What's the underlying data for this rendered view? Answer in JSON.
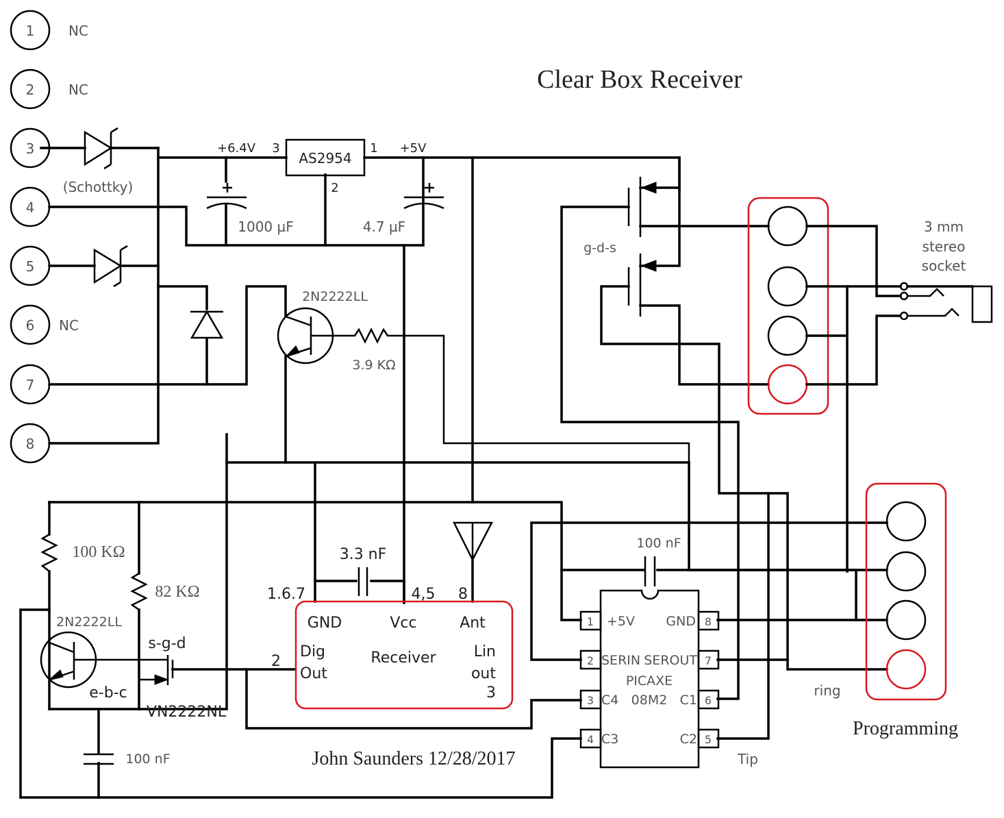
{
  "title": "Clear Box Receiver",
  "author_line": "John Saunders 12/28/2017",
  "connector_pins": [
    {
      "num": "1",
      "label": "NC"
    },
    {
      "num": "2",
      "label": "NC"
    },
    {
      "num": "3",
      "label": ""
    },
    {
      "num": "4",
      "label": ""
    },
    {
      "num": "5",
      "label": ""
    },
    {
      "num": "6",
      "label": "NC"
    },
    {
      "num": "7",
      "label": ""
    },
    {
      "num": "8",
      "label": ""
    }
  ],
  "schottky_label": "(Schottky)",
  "regulator": {
    "name": "AS2954",
    "pin_in": "3",
    "pin_out": "1",
    "pin_gnd": "2",
    "vin_label": "+6.4V",
    "vout_label": "+5V"
  },
  "cap_in": "1000 µF",
  "cap_out": "4.7 µF",
  "q_top": {
    "part": "2N2222LL"
  },
  "r_base": "3.9 KΩ",
  "mosfet_pair_label": "g-d-s",
  "jack": {
    "label_lines": [
      "3 mm",
      "stereo",
      "socket"
    ]
  },
  "bottom_left": {
    "r1": "100 KΩ",
    "r2": "82 KΩ",
    "q_part": "2N2222LL",
    "q_pins": "e-b-c",
    "fet_pins": "s-g-d",
    "fet_part": "VN2222NL",
    "cap": "100 nF"
  },
  "receiver": {
    "name": "Receiver",
    "gnd": "GND",
    "vcc": "Vcc",
    "ant": "Ant",
    "dig_out_1": "Dig",
    "dig_out_2": "Out",
    "lin_out_1": "Lin",
    "lin_out_2": "out",
    "pin_gnd": "1.6.7",
    "pin_vcc": "4,5",
    "pin_ant": "8",
    "pin_dig": "2",
    "pin_lin": "3",
    "decoupling_cap": "3.3 nF"
  },
  "picaxe": {
    "name": "PICAXE",
    "model": "08M2",
    "decoupling_cap": "100 nF",
    "left_pins": [
      {
        "num": "1",
        "label": "+5V"
      },
      {
        "num": "2",
        "label": "SERIN"
      },
      {
        "num": "3",
        "label": "C4"
      },
      {
        "num": "4",
        "label": "C3"
      }
    ],
    "right_pins": [
      {
        "num": "8",
        "label": "GND"
      },
      {
        "num": "7",
        "label": "SEROUT"
      },
      {
        "num": "6",
        "label": "C1"
      },
      {
        "num": "5",
        "label": "C2"
      }
    ]
  },
  "programming": {
    "label": "Programming",
    "ring": "ring",
    "tip": "Tip"
  }
}
